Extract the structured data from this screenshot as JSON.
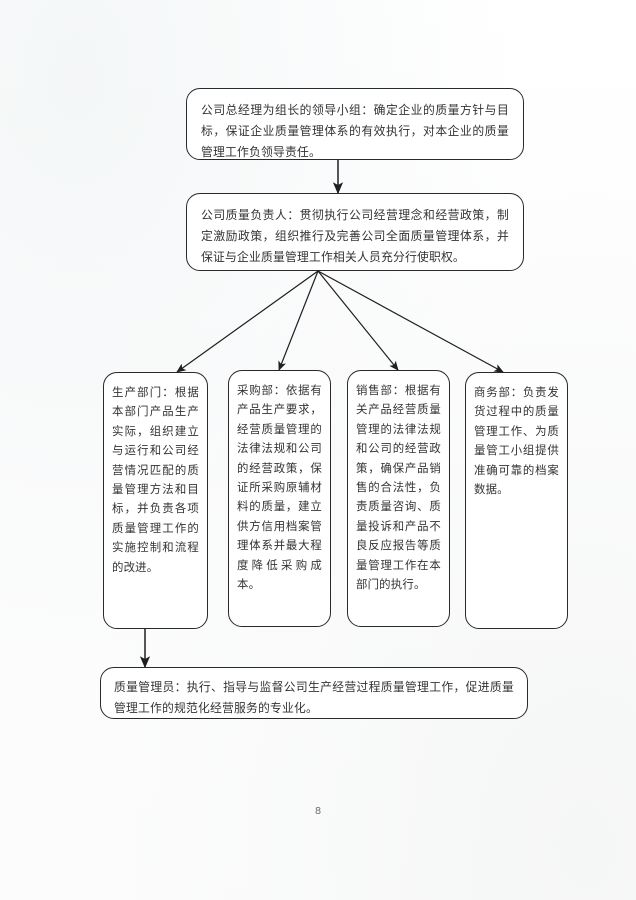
{
  "document": {
    "page_number": "8",
    "background_color": "#fefefe",
    "line_color": "#2a2a2a"
  },
  "diagram": {
    "type": "organizational-flowchart",
    "nodes": [
      {
        "id": "leadership-group",
        "role": "公司总经理为组长的领导小组",
        "text": "公司总经理为组长的领导小组：确定企业的质量方针与目标，保证企业质量管理体系的有效执行，对本企业的质量管理工作负领导责任。"
      },
      {
        "id": "quality-officer",
        "role": "公司质量负责人",
        "text": "公司质量负责人：贯彻执行公司经营理念和经营政策，制定激励政策，组织推行及完善公司全面质量管理体系，并保证与企业质量管理工作相关人员充分行使职权。"
      },
      {
        "id": "production-department",
        "role": "生产部门",
        "text": "生产部门：根据本部门产品生产实际，组织建立与运行和公司经营情况匹配的质量管理方法和目标，并负责各项质量管理工作的实施控制和流程的改进。"
      },
      {
        "id": "purchasing-department",
        "role": "采购部",
        "text": "采购部：依据有产品生产要求，经营质量管理的法律法规和公司的经营政策，保证所采购原辅材料的质量，建立供方信用档案管理体系并最大程度降低采购成本。"
      },
      {
        "id": "sales-department",
        "role": "销售部",
        "text": "销售部：根据有关产品经营质量管理的法律法规和公司的经营政策，确保产品销售的合法性，负责质量咨询、质量投诉和产品不良反应报告等质量管理工作在本部门的执行。"
      },
      {
        "id": "business-department",
        "role": "商务部",
        "text": "商务部：负责发货过程中的质量管理工作、为质量管工小组提供准确可靠的档案数据。"
      },
      {
        "id": "quality-manager",
        "role": "质量管理员",
        "text": "质量管理员：执行、指导与监督公司生产经营过程质量管理工作，促进质量管理工作的规范化经营服务的专业化。"
      }
    ],
    "edges": [
      {
        "from": "leadership-group",
        "to": "quality-officer",
        "style": "straight-down"
      },
      {
        "from": "quality-officer",
        "to": "production-department",
        "style": "fan-out"
      },
      {
        "from": "quality-officer",
        "to": "purchasing-department",
        "style": "fan-out"
      },
      {
        "from": "quality-officer",
        "to": "sales-department",
        "style": "fan-out"
      },
      {
        "from": "quality-officer",
        "to": "business-department",
        "style": "fan-out"
      },
      {
        "from": "production-department",
        "to": "quality-manager",
        "style": "straight-down"
      }
    ]
  }
}
